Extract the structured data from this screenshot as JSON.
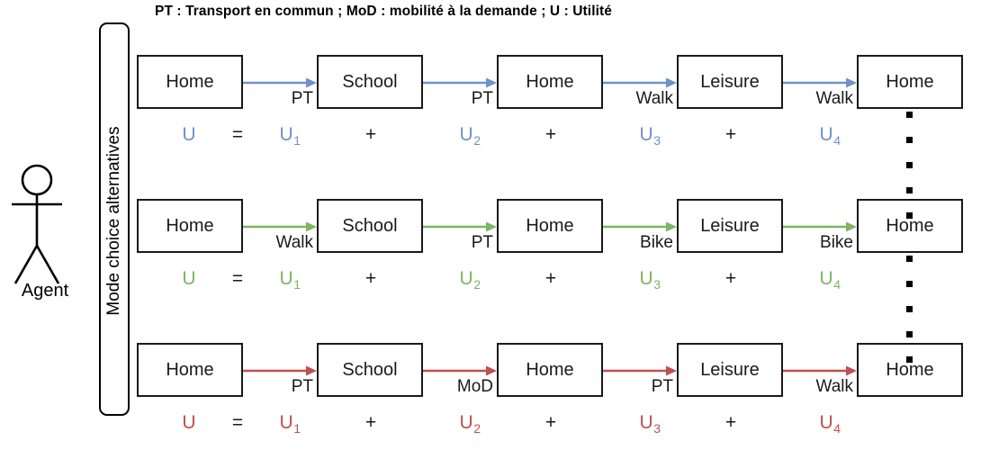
{
  "legend": {
    "text": "PT : Transport en commun ; MoD : mobilité à la demande ; U : Utilité"
  },
  "agent": {
    "label": "Agent",
    "icon": "stick-figure-icon"
  },
  "mode_bar": {
    "label": "Mode choice alternatives"
  },
  "colors": {
    "blue": "#6E92CC",
    "green": "#7BB661",
    "red": "#C0504D",
    "black": "#1a1a1a"
  },
  "equation": {
    "equals": "=",
    "plus": "+",
    "u": "U",
    "u1": "U",
    "u1_sub": "1",
    "u2_sub": "2",
    "u3_sub": "3",
    "u4_sub": "4"
  },
  "alternatives": [
    {
      "id": "alternative-blue",
      "color": "#6E92CC",
      "nodes": [
        "Home",
        "School",
        "Home",
        "Leisure",
        "Home"
      ],
      "modes": [
        "PT",
        "PT",
        "Walk",
        "Walk"
      ],
      "utility_terms": [
        "U",
        "U",
        "U",
        "U",
        "U"
      ],
      "utility_subs": [
        "",
        "1",
        "2",
        "3",
        "4"
      ]
    },
    {
      "id": "alternative-green",
      "color": "#7BB661",
      "nodes": [
        "Home",
        "School",
        "Home",
        "Leisure",
        "Home"
      ],
      "modes": [
        "Walk",
        "PT",
        "Bike",
        "Bike"
      ],
      "utility_terms": [
        "U",
        "U",
        "U",
        "U",
        "U"
      ],
      "utility_subs": [
        "",
        "1",
        "2",
        "3",
        "4"
      ]
    },
    {
      "id": "alternative-red",
      "color": "#C0504D",
      "nodes": [
        "Home",
        "School",
        "Home",
        "Leisure",
        "Home"
      ],
      "modes": [
        "PT",
        "MoD",
        "PT",
        "Walk"
      ],
      "utility_terms": [
        "U",
        "U",
        "U",
        "U",
        "U"
      ],
      "utility_subs": [
        "",
        "1",
        "2",
        "3",
        "4"
      ]
    }
  ],
  "continuation": {
    "symbol": "vertical-ellipsis",
    "dot_count": 5
  }
}
